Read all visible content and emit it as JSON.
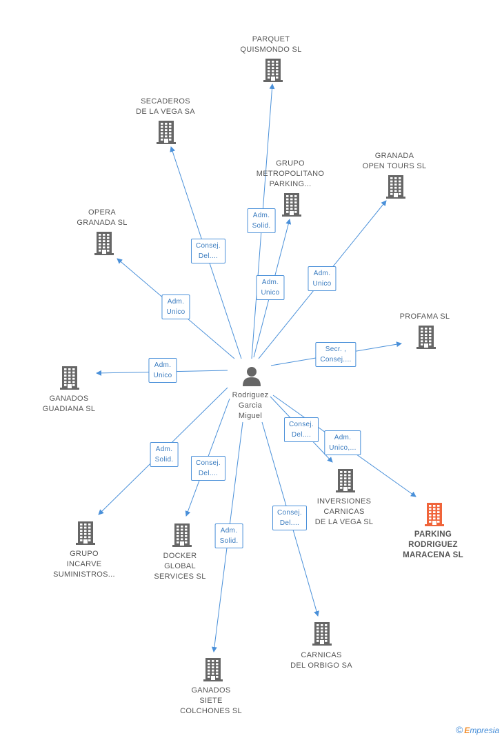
{
  "colors": {
    "edge": "#4a90d9",
    "building": "#666666",
    "building_main": "#f0643a",
    "person": "#666666"
  },
  "center": {
    "name_lines": [
      "Rodriguez",
      "Garcia",
      "Miguel"
    ],
    "icon": "person-icon"
  },
  "companies": [
    {
      "id": "parquet",
      "lines": [
        "PARQUET",
        "QUISMONDO  SL"
      ]
    },
    {
      "id": "secaderos",
      "lines": [
        "SECADEROS",
        "DE LA VEGA SA"
      ]
    },
    {
      "id": "grupo-metro",
      "lines": [
        "GRUPO",
        "METROPOLITANO",
        "PARKING..."
      ]
    },
    {
      "id": "granada-tours",
      "lines": [
        "GRANADA",
        "OPEN TOURS SL"
      ]
    },
    {
      "id": "opera",
      "lines": [
        "OPERA",
        "GRANADA SL"
      ]
    },
    {
      "id": "profama",
      "lines": [
        "PROFAMA SL"
      ]
    },
    {
      "id": "ganados-guadiana",
      "lines": [
        "GANADOS",
        "GUADIANA  SL"
      ]
    },
    {
      "id": "inversiones",
      "lines": [
        "INVERSIONES",
        "CARNICAS",
        "DE LA VEGA SL"
      ]
    },
    {
      "id": "parking-rodriguez",
      "lines": [
        "PARKING",
        "RODRIGUEZ",
        "MARACENA SL"
      ],
      "main": true
    },
    {
      "id": "grupo-incarve",
      "lines": [
        "GRUPO",
        "INCARVE",
        "SUMINISTROS..."
      ]
    },
    {
      "id": "docker",
      "lines": [
        "DOCKER",
        "GLOBAL",
        "SERVICES  SL"
      ]
    },
    {
      "id": "carnicas-orbigo",
      "lines": [
        "CARNICAS",
        "DEL ORBIGO SA"
      ]
    },
    {
      "id": "ganados-siete",
      "lines": [
        "GANADOS",
        "SIETE",
        "COLCHONES SL"
      ]
    }
  ],
  "relations": [
    {
      "id": "parquet",
      "lines": [
        "Adm.",
        "Solid."
      ]
    },
    {
      "id": "secaderos",
      "lines": [
        "Consej.",
        "Del...."
      ]
    },
    {
      "id": "grupo-metro",
      "lines": [
        "Adm.",
        "Unico"
      ]
    },
    {
      "id": "granada-tours",
      "lines": [
        "Adm.",
        "Unico"
      ]
    },
    {
      "id": "opera",
      "lines": [
        "Adm.",
        "Unico"
      ]
    },
    {
      "id": "profama",
      "lines": [
        "Secr. ,",
        "Consej...."
      ]
    },
    {
      "id": "ganados-guadiana",
      "lines": [
        "Adm.",
        "Unico"
      ]
    },
    {
      "id": "inversiones",
      "lines": [
        "Consej.",
        "Del...."
      ]
    },
    {
      "id": "parking-rodriguez",
      "lines": [
        "Adm.",
        "Unico,..."
      ]
    },
    {
      "id": "grupo-incarve",
      "lines": [
        "Adm.",
        "Solid."
      ]
    },
    {
      "id": "docker",
      "lines": [
        "Consej.",
        "Del...."
      ]
    },
    {
      "id": "carnicas-orbigo",
      "lines": [
        "Consej.",
        "Del...."
      ]
    },
    {
      "id": "ganados-siete",
      "lines": [
        "Adm.",
        "Solid."
      ]
    }
  ],
  "footer": {
    "copyright": "©",
    "brand_first": "E",
    "brand_rest": "mpresia"
  }
}
